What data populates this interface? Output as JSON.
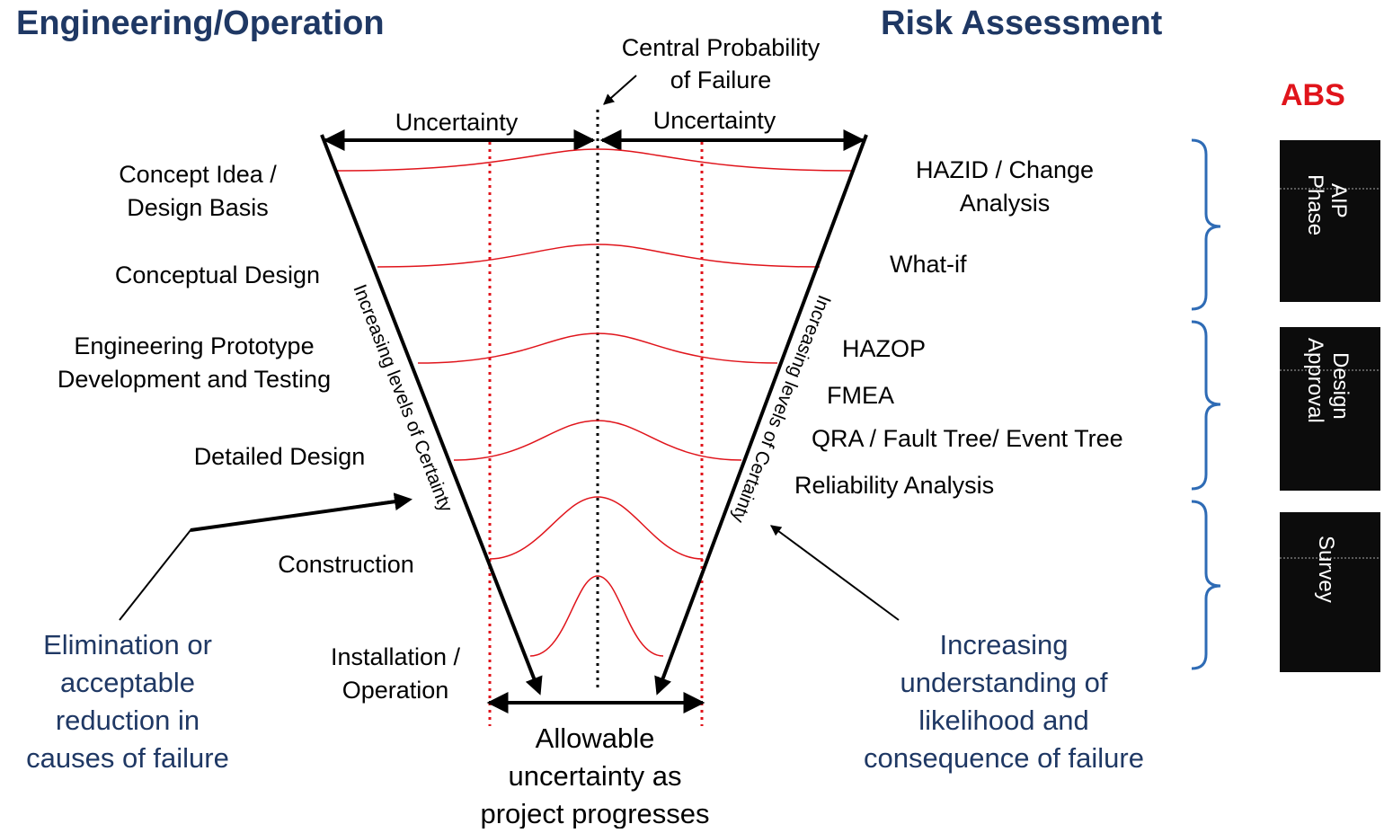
{
  "headers": {
    "left": "Engineering/Operation",
    "right": "Risk Assessment",
    "brand": "ABS"
  },
  "top": {
    "central_line1": "Central Probability",
    "central_line2": "of Failure",
    "uncertainty_left": "Uncertainty",
    "uncertainty_right": "Uncertainty"
  },
  "engineering_stages": [
    {
      "lines": [
        "Concept Idea /",
        "Design Basis"
      ]
    },
    {
      "lines": [
        "Conceptual Design"
      ]
    },
    {
      "lines": [
        "Engineering Prototype",
        "Development and Testing"
      ]
    },
    {
      "lines": [
        "Detailed Design"
      ]
    },
    {
      "lines": [
        "Construction"
      ]
    },
    {
      "lines": [
        "Installation /",
        "Operation"
      ]
    }
  ],
  "risk_methods": [
    {
      "lines": [
        "HAZID / Change",
        "Analysis"
      ]
    },
    {
      "lines": [
        "What-if"
      ]
    },
    {
      "lines": [
        "HAZOP"
      ]
    },
    {
      "lines": [
        "FMEA"
      ]
    },
    {
      "lines": [
        "QRA / Fault Tree/ Event Tree"
      ]
    },
    {
      "lines": [
        "Reliability Analysis"
      ]
    }
  ],
  "cone_labels": {
    "left": "Increasing levels of Certainty",
    "right": "Increasing levels of Certainty"
  },
  "bottom": {
    "allowable": [
      "Allowable",
      "uncertainty as",
      "project progresses"
    ]
  },
  "left_note": [
    "Elimination or",
    "acceptable",
    "reduction in",
    "causes of failure"
  ],
  "right_note": [
    "Increasing",
    "understanding of",
    "likelihood and",
    "consequence of failure"
  ],
  "phases": [
    {
      "words": [
        "AIP",
        "Phase"
      ]
    },
    {
      "words": [
        "Design",
        "Approval"
      ]
    },
    {
      "words": [
        "Survey"
      ]
    }
  ],
  "colors": {
    "heading": "#1f3864",
    "curve": "#e0141b",
    "brand": "#e0141b",
    "brace": "#2e6bb5",
    "chip_bg": "#0c0c0c"
  }
}
